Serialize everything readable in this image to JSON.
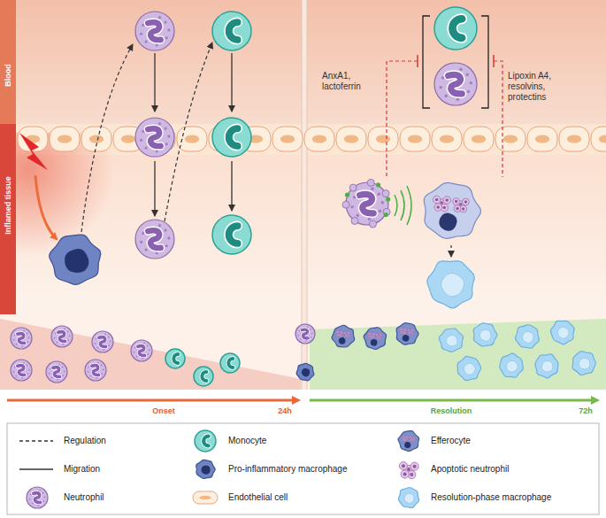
{
  "diagram": {
    "labels": [
      "Blood",
      "Inflamed tissue",
      "AnxA1, lactoferrin",
      "Lipoxin A4, resolvins, protectins",
      "Onset",
      "24h",
      "Resolution",
      "72h"
    ],
    "legend": [
      {
        "text": "Regulation"
      },
      {
        "text": "Monocyte"
      },
      {
        "text": "Efferocyte"
      },
      {
        "text": "Migration"
      },
      {
        "text": "Pro-inflammatory macrophage"
      },
      {
        "text": "Apoptotic neutrophil"
      },
      {
        "text": "Neutrophil"
      },
      {
        "text": "Endothelial cell"
      },
      {
        "text": "Resolution-phase macrophage"
      }
    ]
  }
}
